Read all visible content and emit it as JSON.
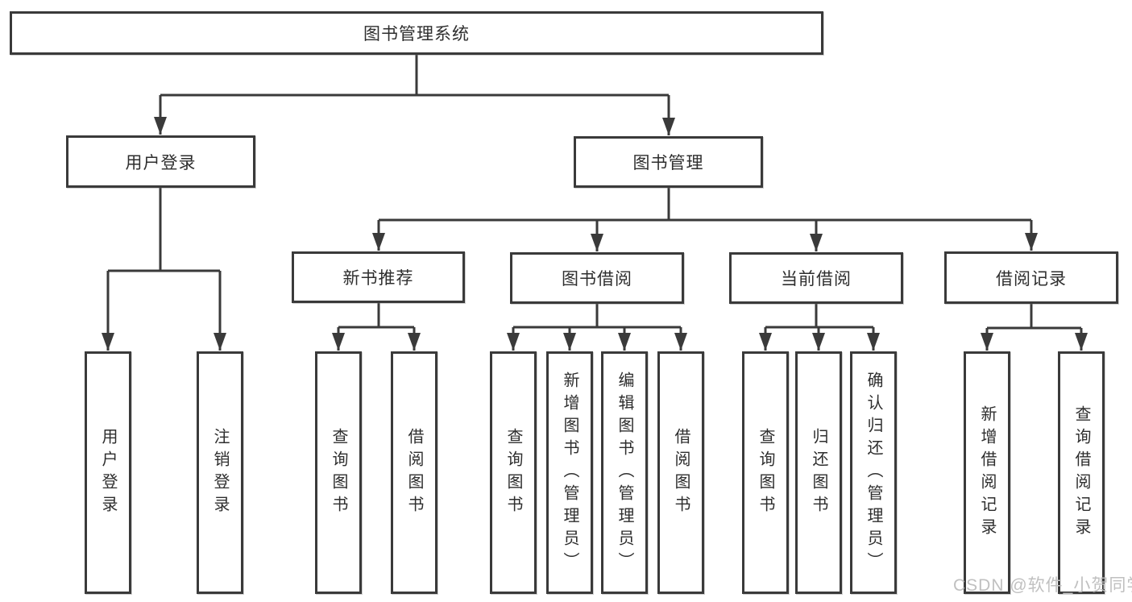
{
  "tree": {
    "label": "图书管理系统",
    "children": [
      {
        "label": "用户登录",
        "children": [
          {
            "label": "用户登录"
          },
          {
            "label": "注销登录"
          }
        ]
      },
      {
        "label": "图书管理",
        "children": [
          {
            "label": "新书推荐",
            "children": [
              {
                "label": "查询图书"
              },
              {
                "label": "借阅图书"
              }
            ]
          },
          {
            "label": "图书借阅",
            "children": [
              {
                "label": "查询图书"
              },
              {
                "label": "新增图书（管理员）"
              },
              {
                "label": "编辑图书（管理员）"
              },
              {
                "label": "借阅图书"
              }
            ]
          },
          {
            "label": "当前借阅",
            "children": [
              {
                "label": "查询图书"
              },
              {
                "label": "归还图书"
              },
              {
                "label": "确认归还（管理员）"
              }
            ]
          },
          {
            "label": "借阅记录",
            "children": [
              {
                "label": "新增借阅记录"
              },
              {
                "label": "查询借阅记录"
              }
            ]
          }
        ]
      }
    ]
  },
  "watermark": {
    "text": "CSDN @软件_小贺同学"
  },
  "colors": {
    "line": "#3a3a3a",
    "box_border": "#3a3a3a",
    "box_background": "#ffffff",
    "text": "#2e2e2e",
    "watermark": "#c0c0c0",
    "background": "#ffffff"
  }
}
